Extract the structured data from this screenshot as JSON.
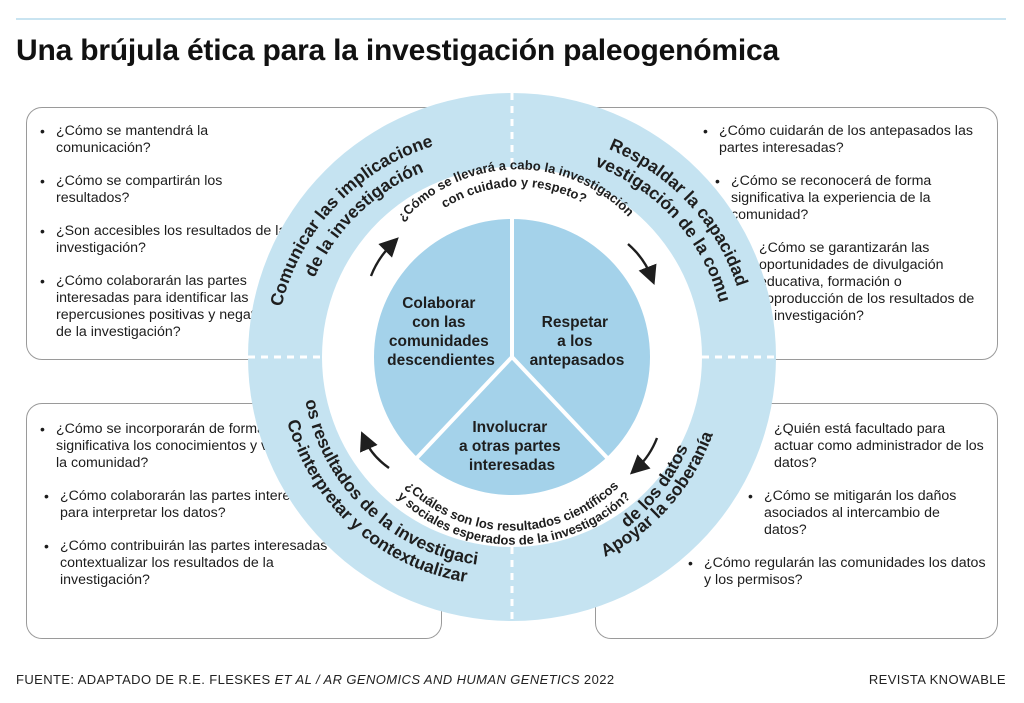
{
  "title": "Una brújula ética para la investigación paleogenómica",
  "colors": {
    "ring": "#c5e3f1",
    "center": "#a4d2ea",
    "divider": "#ffffff",
    "box_border": "#9a9a9a",
    "text": "#1e1e1e"
  },
  "quadrants": {
    "top_left": {
      "ring_label_line1": "Comunicar las implicaciones",
      "ring_label_line2": "de la investigación",
      "questions": [
        "¿Cómo se mantendrá la comunicación?",
        "¿Cómo se compartirán los resultados?",
        "¿Son accesibles los resultados de la investigación?",
        "¿Cómo colaborarán las partes interesadas para identificar las repercusiones positivas y negativas de la investigación?"
      ]
    },
    "top_right": {
      "ring_label_line1": "Respaldar la capacidad",
      "ring_label_line2": "de investigación de la comunidad",
      "questions": [
        "¿Cómo cuidarán de los antepasados las partes interesadas?",
        "¿Cómo se reconocerá de forma significativa la experiencia de la comunidad?",
        "¿Cómo se garantizarán las oportunidades de divulgación educativa, formación o coproducción de los resultados de la investigación?"
      ]
    },
    "bottom_left": {
      "ring_label_line1": "Co-interpretar y contextualizar",
      "ring_label_line2": "los resultados de la investigación",
      "questions": [
        "¿Cómo se incorporarán de forma significativa los conocimientos y valores de la comunidad?",
        "¿Cómo colaborarán las partes interesadas para interpretar los datos?",
        "¿Cómo contribuirán las partes interesadas a contextualizar los resultados de la investigación?"
      ]
    },
    "bottom_right": {
      "ring_label_line1": "Apoyar la soberanía",
      "ring_label_line2": "de los datos",
      "questions": [
        "¿Quién está facultado para actuar como administrador de los datos?",
        "¿Cómo se mitigarán los daños asociados al intercambio de datos?",
        "¿Cómo regularán las comunidades los datos y los permisos?"
      ]
    }
  },
  "inner_ring": {
    "top_line1": "¿Cómo se llevará a cabo la investigación",
    "top_line2": "con cuidado y respeto?",
    "bottom_line1": "¿Cuáles son los resultados científicos",
    "bottom_line2": "y sociales esperados de la investigación?"
  },
  "center": {
    "left": [
      "Colaborar",
      "con las",
      "comunidades",
      "descendientes"
    ],
    "right": [
      "Respetar",
      "a los",
      "antepasados"
    ],
    "bottom": [
      "Involucrar",
      "a otras partes",
      "interesadas"
    ]
  },
  "footer": {
    "source_prefix": "FUENTE: ADAPTADO DE R.E. FLESKES ",
    "source_italic": "ET AL / AR GENOMICS AND HUMAN GENETICS",
    "source_year": " 2022",
    "credit": "REVISTA KNOWABLE"
  }
}
